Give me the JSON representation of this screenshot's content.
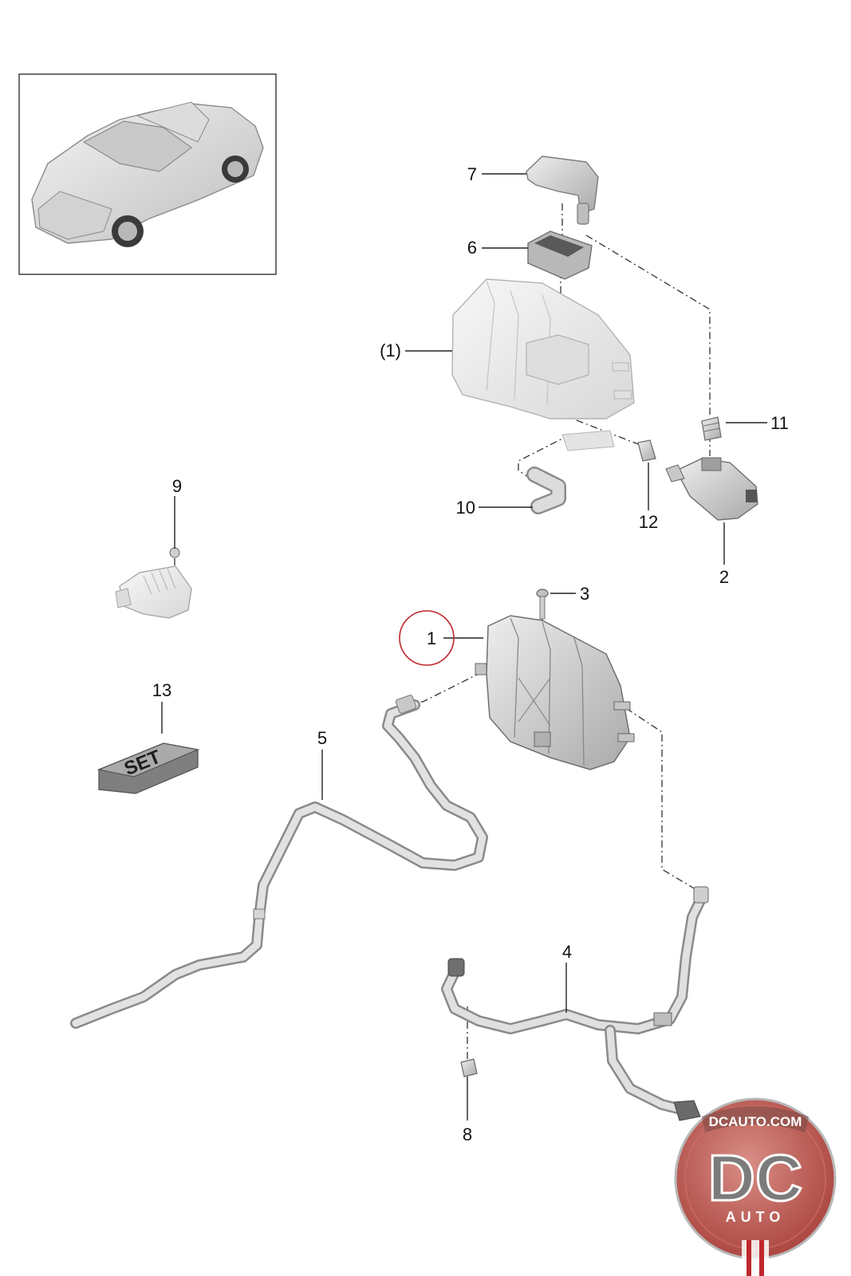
{
  "callouts": {
    "c7": "7",
    "c6": "6",
    "c1_ref": "(1)",
    "c11": "11",
    "c10": "10",
    "c12": "12",
    "c2": "2",
    "c9": "9",
    "c3": "3",
    "c1": "1",
    "c13": "13",
    "c5": "5",
    "c4": "4",
    "c8": "8"
  },
  "set_box_label": "SET",
  "watermark": {
    "site": "DCAUTO.COM",
    "initials": "DC",
    "word": "AUTO"
  },
  "colors": {
    "part_fill": "#d6d6d6",
    "part_light": "#ececec",
    "ghost_fill": "#eeeeee",
    "highlight_ring": "#c0272d",
    "logo_red": "#b6322f",
    "logo_gray": "#7b7b7b"
  }
}
